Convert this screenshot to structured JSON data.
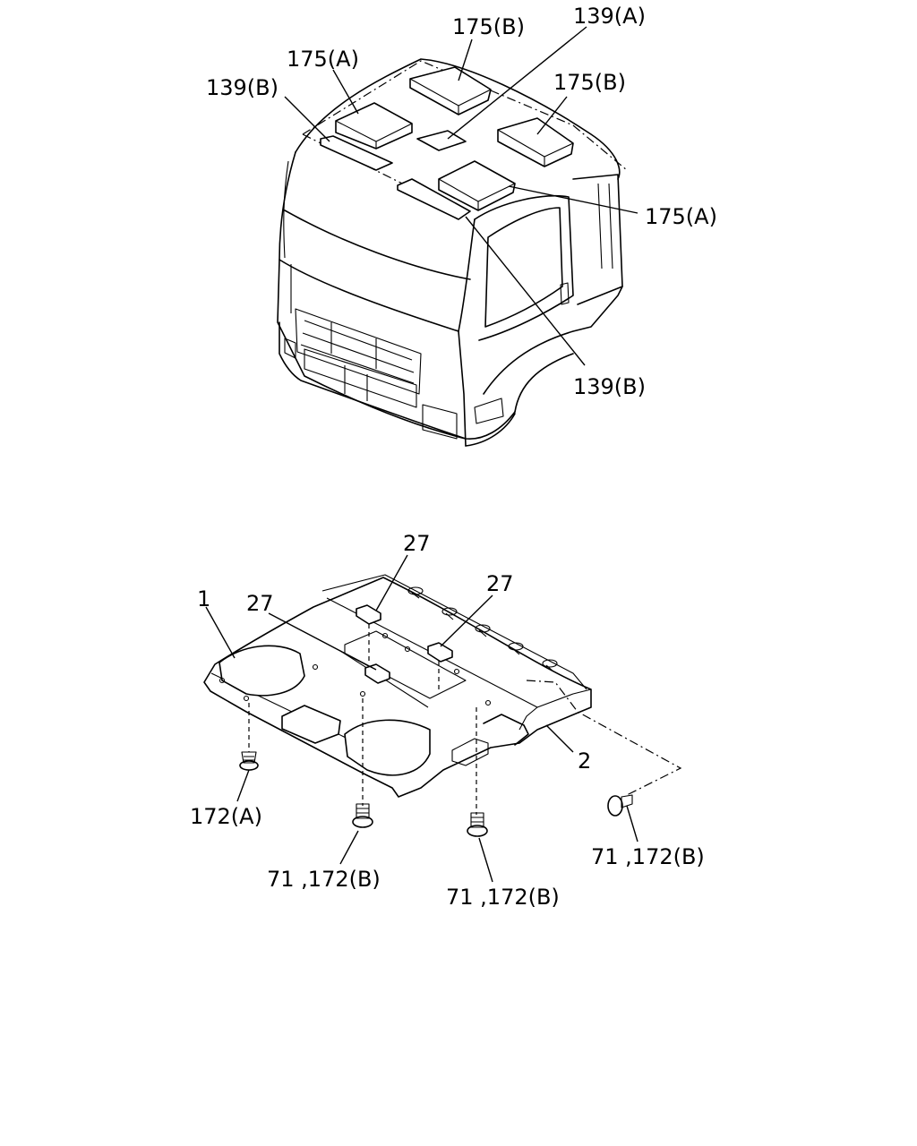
{
  "diagram": {
    "cab_labels": {
      "l_175b_top": "175(B)",
      "l_139a": "139(A)",
      "l_175a_left": "175(A)",
      "l_139b_left": "139(B)",
      "l_175b_right": "175(B)",
      "l_175a_right": "175(A)",
      "l_139b_bottom": "139(B)"
    },
    "headliner_labels": {
      "l_27_top": "27",
      "l_27_right": "27",
      "l_27_left": "27",
      "l_1": "1",
      "l_2": "2",
      "l_172a": "172(A)",
      "l_71_172b_a": "71 ,172(B)",
      "l_71_172b_b": "71 ,172(B)",
      "l_71_172b_c": "71 ,172(B)"
    }
  }
}
